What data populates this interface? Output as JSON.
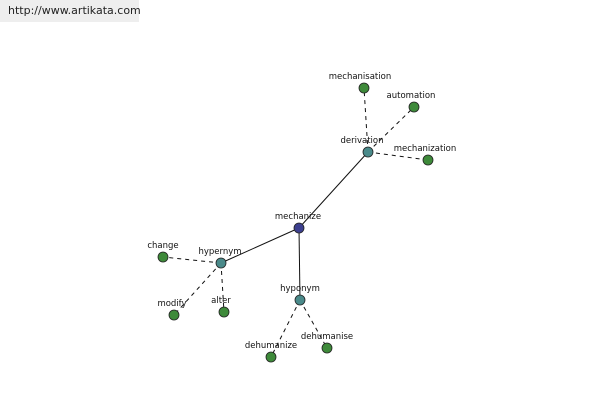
{
  "source_url": "http://www.artikata.com",
  "colors": {
    "root_node": "#3c3f8f",
    "relation_node": "#4a8a8a",
    "word_node": "#3e8a3a"
  },
  "graph": {
    "root": "mechanize",
    "relations": [
      {
        "label": "derivation",
        "words": [
          "mechanisation",
          "automation",
          "mechanization"
        ]
      },
      {
        "label": "hypernym",
        "words": [
          "change",
          "modify",
          "alter"
        ]
      },
      {
        "label": "hyponym",
        "words": [
          "dehumanize",
          "dehumanise"
        ]
      }
    ]
  }
}
